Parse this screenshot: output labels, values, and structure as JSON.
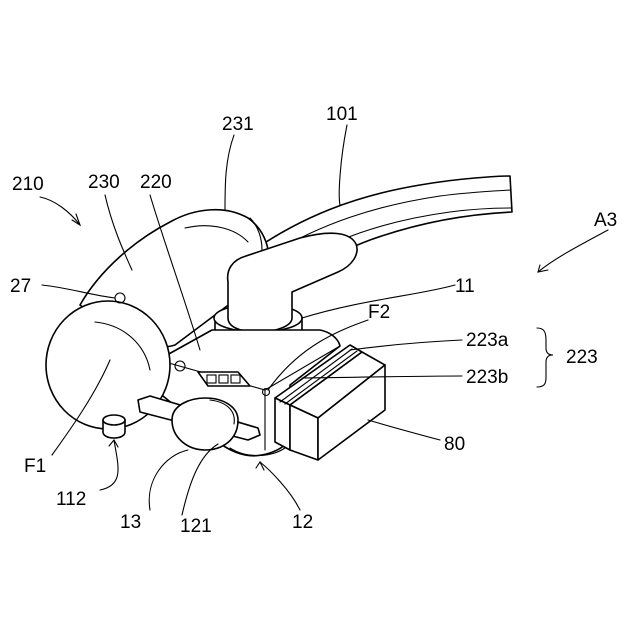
{
  "labels": {
    "l210": "210",
    "l230": "230",
    "l220": "220",
    "l231": "231",
    "l101": "101",
    "lA3": "A3",
    "l27": "27",
    "l11": "11",
    "lF2": "F2",
    "l223a": "223a",
    "l223b": "223b",
    "l223": "223",
    "lF1": "F1",
    "l80": "80",
    "l112": "112",
    "l13": "13",
    "l121": "121",
    "l12": "12"
  }
}
